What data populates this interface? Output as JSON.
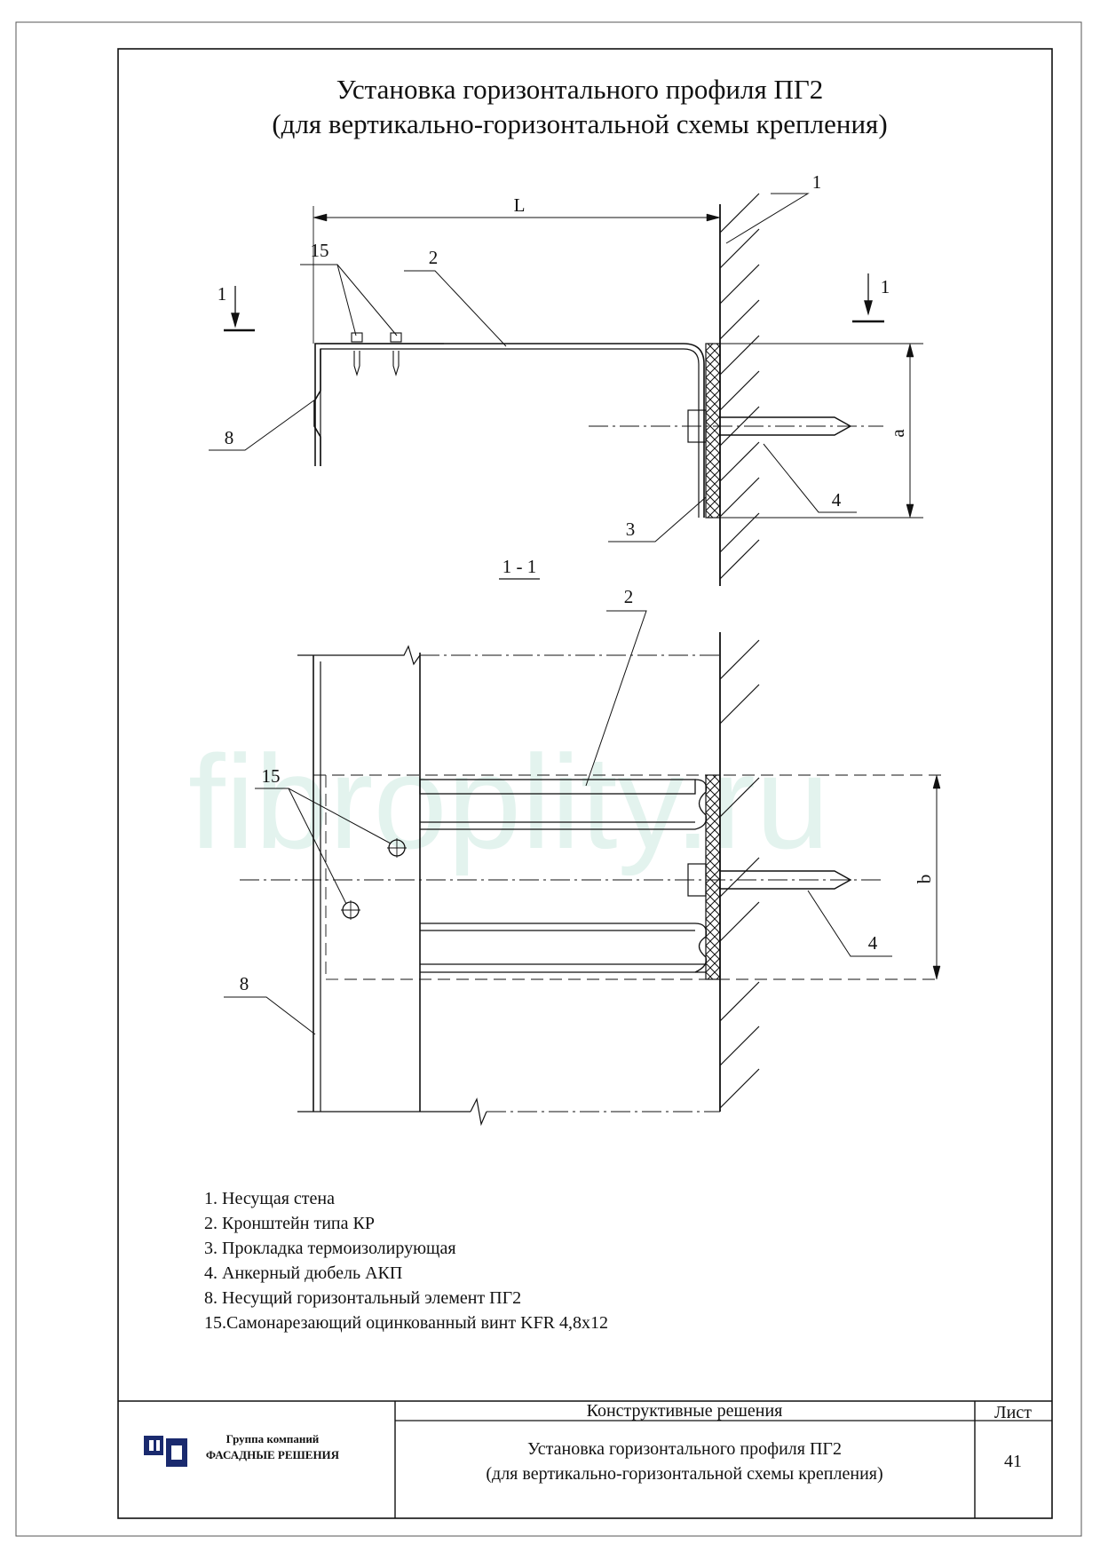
{
  "title": {
    "line1": "Установка горизонтального профиля ПГ2",
    "line2": "(для вертикально-горизонтальной схемы крепления)"
  },
  "watermark": "fibroplity.ru",
  "callouts": {
    "dim_L": "L",
    "dim_a": "a",
    "dim_b": "b",
    "n1": "1",
    "n2": "2",
    "n3": "3",
    "n4": "4",
    "n8": "8",
    "n15": "15",
    "sec_left": "1",
    "sec_right": "1",
    "view2_n2": "2",
    "view2_n15": "15",
    "view2_n8": "8",
    "view2_n4": "4"
  },
  "section_label": "1 - 1",
  "legend": [
    "1. Несущая стена",
    "2. Кронштейн типа КР",
    "3. Прокладка термоизолирующая",
    "4. Анкерный дюбель АКП",
    "8. Несущий горизонтальный элемент ПГ2",
    "15.Самонарезающий оцинкованный винт KFR 4,8x12"
  ],
  "title_block": {
    "company_line1": "Группа компаний",
    "company_line2": "ФАСАДНЫЕ РЕШЕНИЯ",
    "category": "Конструктивные решения",
    "drawing_line1": "Установка горизонтального профиля ПГ2",
    "drawing_line2": "(для вертикально-горизонтальной схемы крепления)",
    "sheet_label": "Лист",
    "sheet_number": "41"
  },
  "colors": {
    "ink": "#111111",
    "logo": "#1a2a6e",
    "watermark": "#e3f3ee"
  }
}
